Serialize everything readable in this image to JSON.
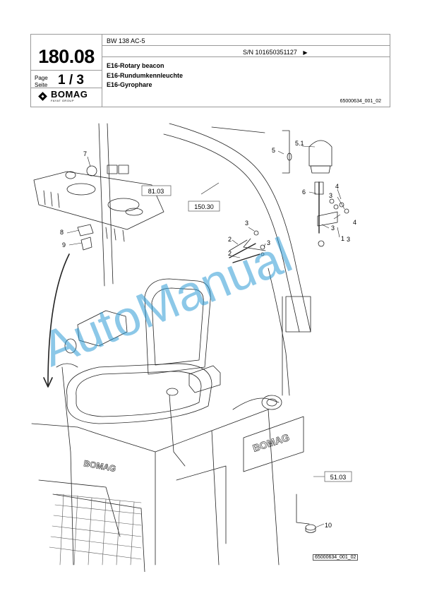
{
  "header": {
    "page_number": "180.08",
    "page_label_1": "Page",
    "page_label_2": "Seite",
    "page_value": "1 / 3",
    "model": "BW 138 AC-5",
    "serial": "S/N 101650351127",
    "serial_arrow": "▶",
    "titles": [
      "E16-Rotary beacon",
      "E16-Rundumkennleuchte",
      "E16-Gyrophare"
    ],
    "drawing_ref": "65000634_001_02",
    "logo_text": "BOMAG",
    "logo_sub": "FAYAT GROUP"
  },
  "diagram": {
    "callouts": {
      "c1": "1",
      "c2a": "2",
      "c2b": "2",
      "c3a": "3",
      "c3b": "3",
      "c3c": "3",
      "c3d": "3",
      "c3e": "3",
      "c4a": "4",
      "c4b": "4",
      "c5": "5",
      "c51": "5.1",
      "c6": "6",
      "c7": "7",
      "c8": "8",
      "c9": "9",
      "c10": "10"
    },
    "references": {
      "r8103": "81.03",
      "r15030": "150.30",
      "r5103": "51.03"
    },
    "machine_brand": "BOMAG",
    "watermark": "AutoManual",
    "bottom_ref": "65000634_001_02"
  }
}
